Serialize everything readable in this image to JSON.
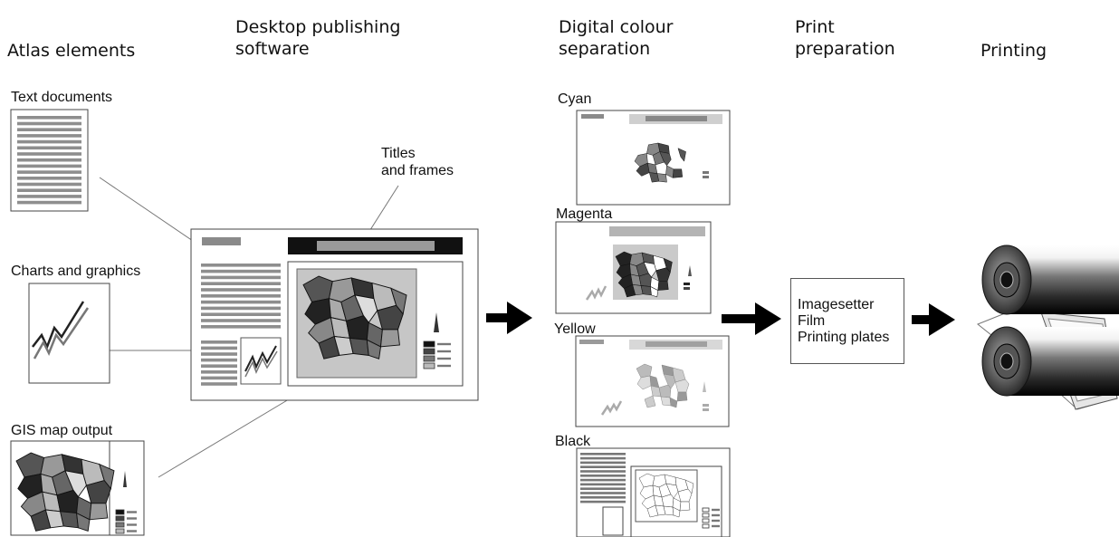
{
  "headers": {
    "atlas_elements": "Atlas elements",
    "dtp": [
      "Desktop publishing",
      "software"
    ],
    "separation": [
      "Digital colour",
      "separation"
    ],
    "print_prep": [
      "Print",
      "preparation"
    ],
    "printing": "Printing"
  },
  "inputs": {
    "text_documents": "Text documents",
    "charts_graphics": "Charts and graphics",
    "gis_output": "GIS map output"
  },
  "callout": [
    "Titles",
    "and frames"
  ],
  "separations": {
    "cyan": "Cyan",
    "magenta": "Magenta",
    "yellow": "Yellow",
    "black": "Black"
  },
  "print_prep_items": [
    "Imagesetter",
    "Film",
    "Printing plates"
  ],
  "colors": {
    "ink": "#111111",
    "mid_gray": "#8a8a8a",
    "light_gray": "#c8c8c8",
    "dark_gray": "#333333"
  }
}
